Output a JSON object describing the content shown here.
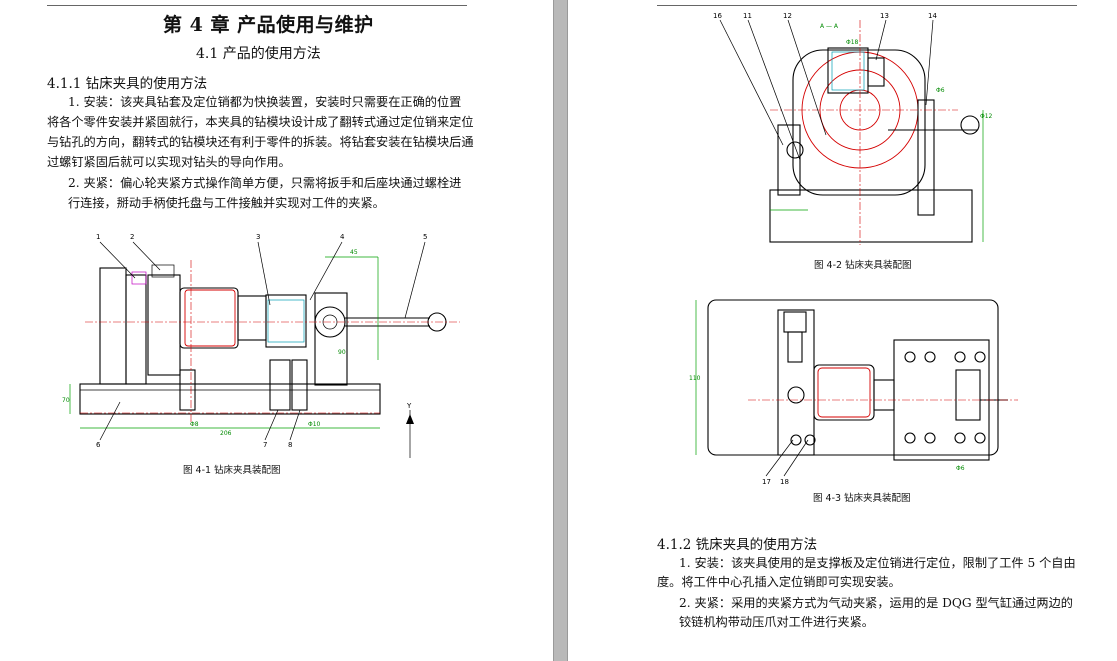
{
  "left_page": {
    "chapter_title": "第 4 章  产品使用与维护",
    "section_title": "4.1   产品的使用方法",
    "subsection_title": "4.1.1  钻床夹具的使用方法",
    "para1_lines": [
      "1.  安装：该夹具钻套及定位销都为快换装置，安装时只需要在正确的位置",
      "将各个零件安装并紧固就行，本夹具的钻模块设计成了翻转式通过定位销来定位",
      "与钻孔的方向，翻转式的钻模块还有利于零件的拆装。将钻套安装在钻模块后通",
      "过螺钉紧固后就可以实现对钻头的导向作用。"
    ],
    "para2_lines": [
      "2.  夹紧：偏心轮夹紧方式操作简单方便，只需将扳手和后座块通过螺栓进",
      "行连接，掰动手柄使托盘与工件接触并实现对工件的夹紧。"
    ],
    "fig1": {
      "caption": "图 4-1  钻床夹具装配图",
      "callouts": [
        "1",
        "2",
        "3",
        "4",
        "5",
        "6",
        "7",
        "8"
      ],
      "dim_labels": [
        "45",
        "90",
        "206",
        "Φ8",
        "Φ10",
        "70",
        "Y"
      ]
    }
  },
  "right_page": {
    "fig2": {
      "caption": "图 4-2  钻床夹具装配图",
      "section_label": "A — A",
      "callouts": [
        "16",
        "11",
        "12",
        "13",
        "14"
      ],
      "dim_labels": [
        "Φ18",
        "Φ6",
        "Φ12"
      ]
    },
    "fig3": {
      "caption": "图 4-3  钻床夹具装配图",
      "callouts": [
        "17",
        "18"
      ],
      "dim_labels": [
        "110",
        "Φ6"
      ]
    },
    "subsection_title": "4.1.2   铣床夹具的使用方法",
    "para1_lines": [
      "1.  安装：该夹具使用的是支撑板及定位销进行定位，限制了工件 5 个自由",
      "度。将工件中心孔插入定位销即可实现安装。"
    ],
    "para2_lines": [
      "2.  夹紧：采用的夹紧方式为气动夹紧，运用的是 DQG 型气缸通过两边的",
      "铰链机构带动压爪对工件进行夹紧。"
    ]
  },
  "colors": {
    "canvas": "#e6e6e6",
    "gutter": "#b9b9b9",
    "drawing_red": "#d40000",
    "drawing_cyan": "#009fb5",
    "drawing_green": "#00a000"
  }
}
